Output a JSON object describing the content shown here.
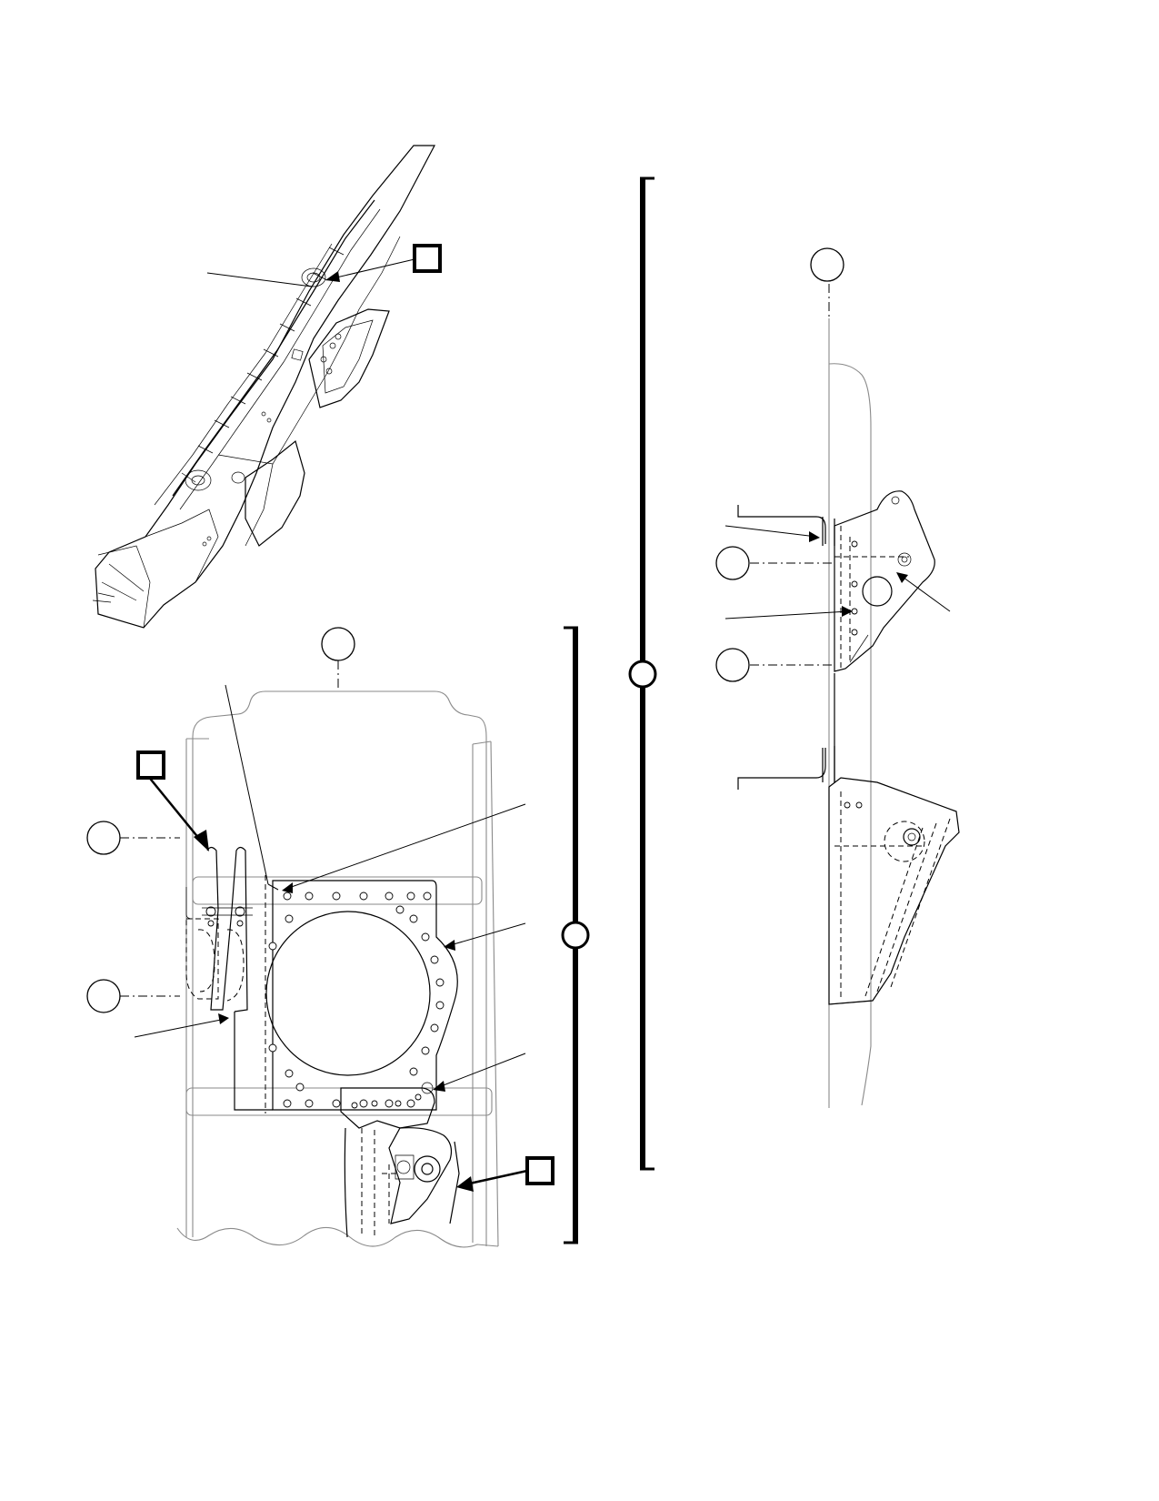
{
  "figure": {
    "views": [
      {
        "name": "isometric-locator-view"
      },
      {
        "name": "front-detail-view"
      },
      {
        "name": "side-detail-view"
      }
    ],
    "callout_circles": [
      {
        "name": "callout-top-front-view",
        "label": ""
      },
      {
        "name": "callout-left-upper",
        "label": ""
      },
      {
        "name": "callout-left-lower",
        "label": ""
      },
      {
        "name": "callout-top-side-view",
        "label": ""
      },
      {
        "name": "callout-side-upper",
        "label": ""
      },
      {
        "name": "callout-side-lower",
        "label": ""
      }
    ],
    "view_boxes": [
      {
        "name": "view-box-isometric",
        "label": ""
      },
      {
        "name": "view-box-front-upper",
        "label": ""
      },
      {
        "name": "view-box-front-lower",
        "label": ""
      }
    ],
    "bracket_markers": [
      {
        "name": "bracket-marker-front",
        "label": ""
      },
      {
        "name": "bracket-marker-side",
        "label": ""
      }
    ]
  }
}
